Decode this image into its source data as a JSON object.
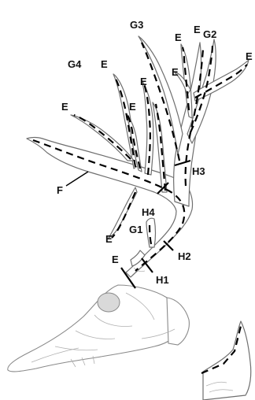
{
  "labels": {
    "g3": "G3",
    "g2": "G2",
    "g4": "G4",
    "g1": "G1",
    "e": "E",
    "f": "F",
    "h1": "H1",
    "h2": "H2",
    "h3": "H3",
    "h4": "H4"
  }
}
